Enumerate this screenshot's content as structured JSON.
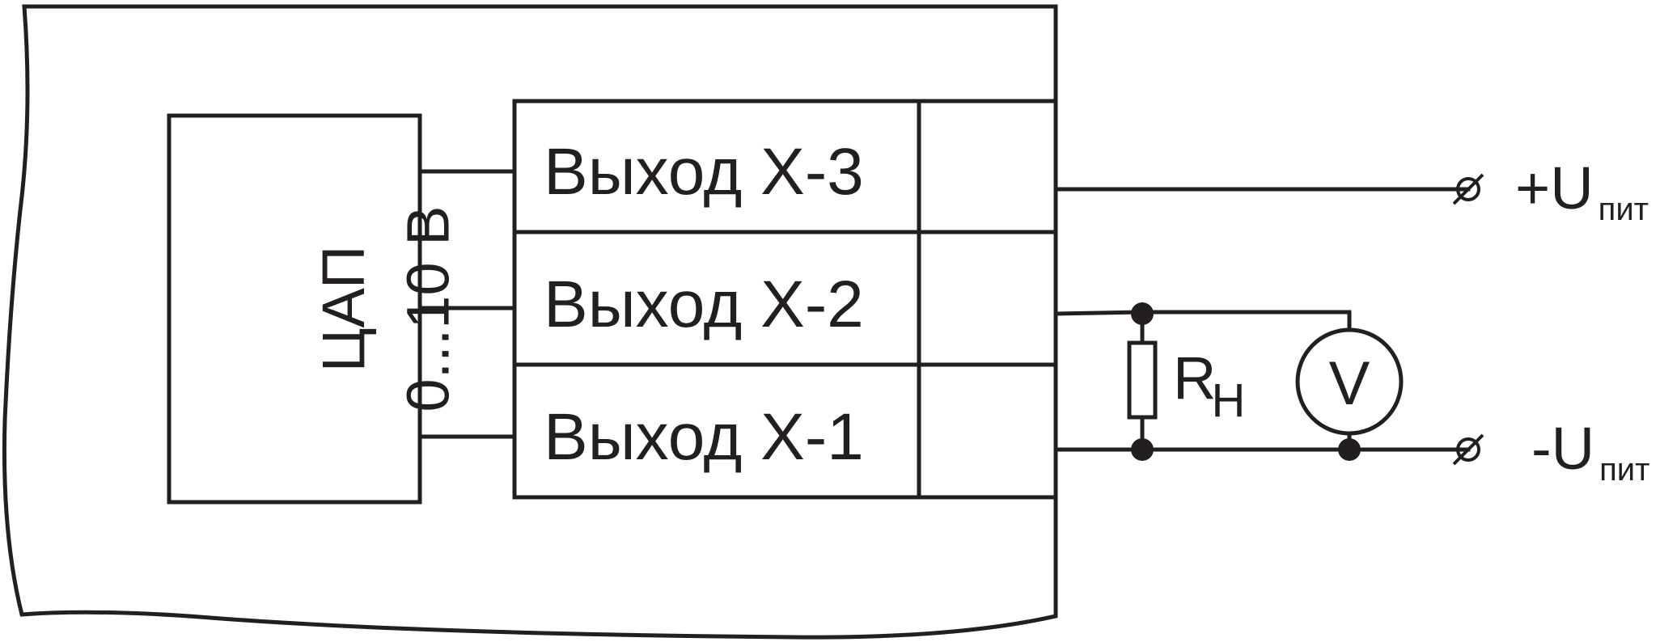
{
  "dac": {
    "line1": "ЦАП",
    "line2": "0...10 В"
  },
  "outputs": [
    {
      "label": "Выход Х-3"
    },
    {
      "label": "Выход Х-2"
    },
    {
      "label": "Выход Х-1"
    }
  ],
  "supply": {
    "plus": {
      "main": "+U",
      "sub": "пит"
    },
    "minus": {
      "main": "-U",
      "sub": "пит"
    }
  },
  "load_resistor": {
    "main": "R",
    "sub": "Н"
  },
  "voltmeter": {
    "symbol": "V"
  },
  "colors": {
    "ink": "#231f20",
    "background": "#ffffff"
  }
}
